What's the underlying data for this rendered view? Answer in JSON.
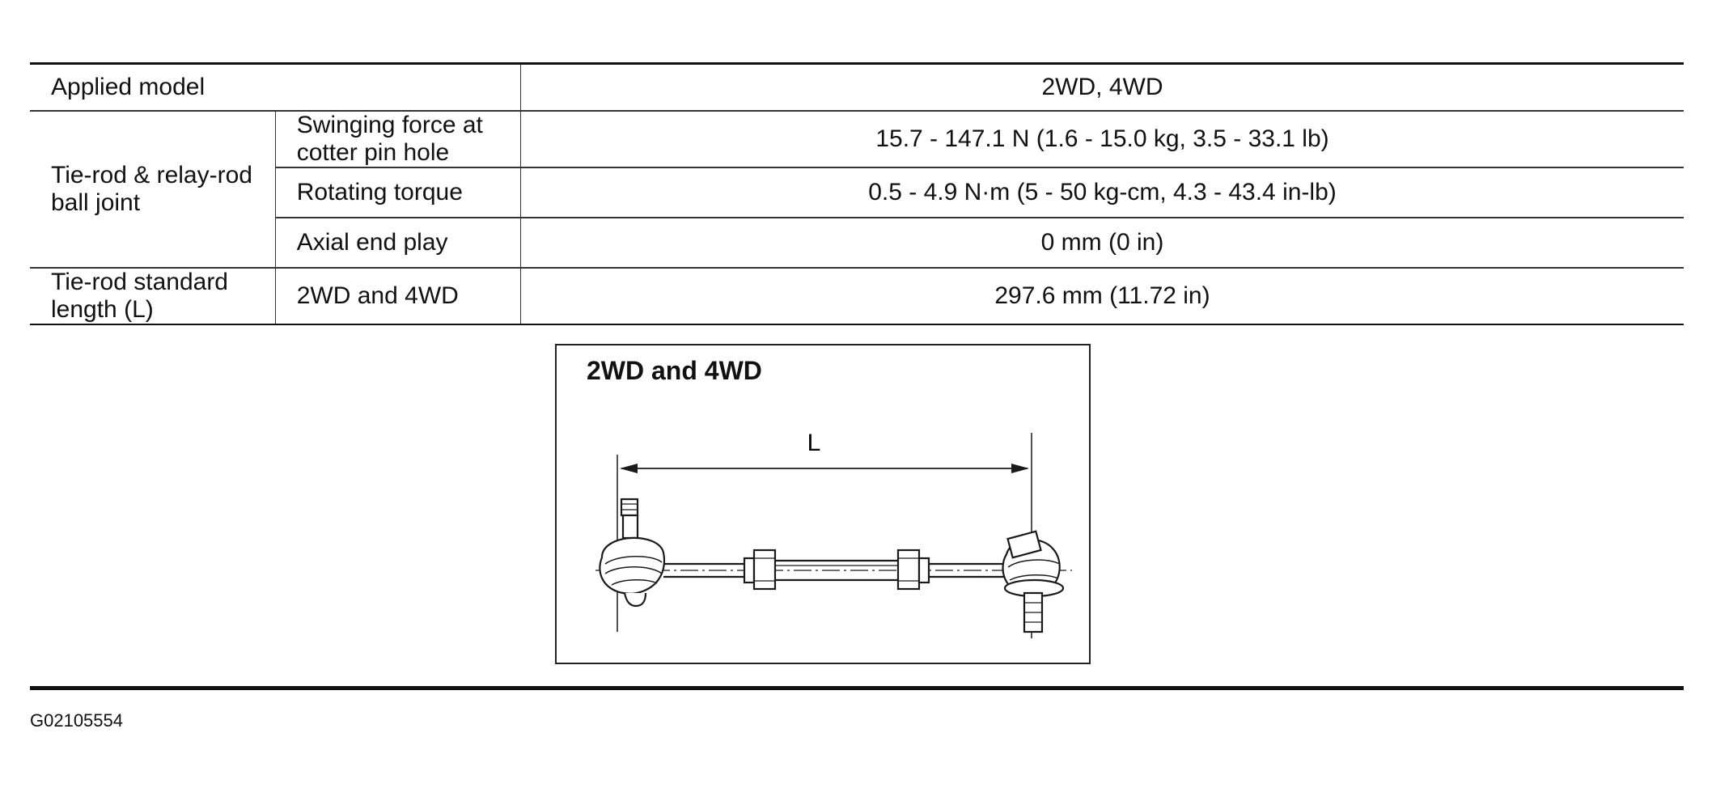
{
  "table": {
    "header": {
      "label": "Applied model",
      "value": "2WD, 4WD"
    },
    "ball_joint": {
      "label": "Tie-rod & relay-rod ball joint",
      "rows": [
        {
          "item": "Swinging force at cotter pin hole",
          "value": "15.7 - 147.1 N (1.6 - 15.0 kg, 3.5 - 33.1 lb)"
        },
        {
          "item": "Rotating torque",
          "value": "0.5 - 4.9 N·m (5 - 50 kg-cm, 4.3 - 43.4 in-lb)"
        },
        {
          "item": "Axial end play",
          "value": "0 mm (0 in)"
        }
      ]
    },
    "length": {
      "label": "Tie-rod standard length (L)",
      "item": "2WD and 4WD",
      "value": "297.6 mm (11.72 in)"
    }
  },
  "figure": {
    "title": "2WD and 4WD",
    "dimension_label": "L"
  },
  "footer": {
    "code": "G02105554"
  }
}
